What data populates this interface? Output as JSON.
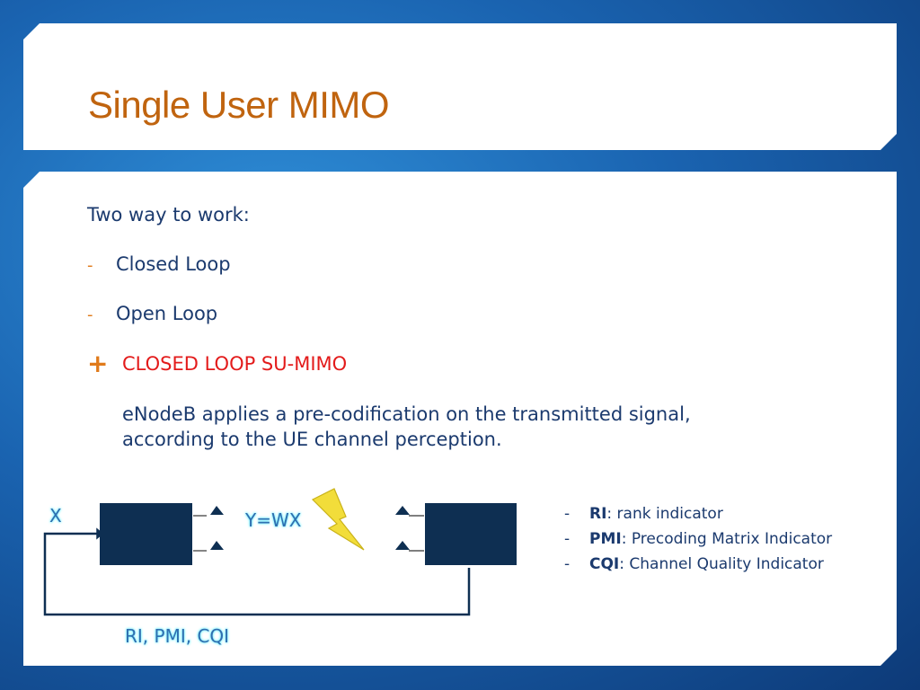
{
  "title": "Single User MIMO",
  "intro": "Two way to work:",
  "bullets": [
    {
      "marker": "-",
      "text": "Closed Loop"
    },
    {
      "marker": "-",
      "text": "Open Loop"
    }
  ],
  "section": {
    "marker": "+",
    "heading": "CLOSED LOOP SU-MIMO",
    "desc_line1": "eNodeB applies a pre-codification on the transmitted signal,",
    "desc_line2": "according to the UE channel perception."
  },
  "diagram": {
    "input_label": "X",
    "signal_label": "Y=WX",
    "feedback_label": "RI, PMI, CQI"
  },
  "legend": [
    {
      "marker": "-",
      "term": "RI",
      "definition": ": rank indicator"
    },
    {
      "marker": "-",
      "term": "PMI",
      "definition": ": Precoding Matrix Indicator"
    },
    {
      "marker": "-",
      "term": "CQI",
      "definition": ": Channel Quality Indicator"
    }
  ],
  "colors": {
    "title": "#c0640f",
    "body_text": "#1b3a6e",
    "highlight": "#e31b1b",
    "accent": "#e07a1a",
    "block": "#0e2f52"
  },
  "icons": {
    "lightning": "lightning-bolt-icon",
    "antenna": "antenna-icon"
  }
}
